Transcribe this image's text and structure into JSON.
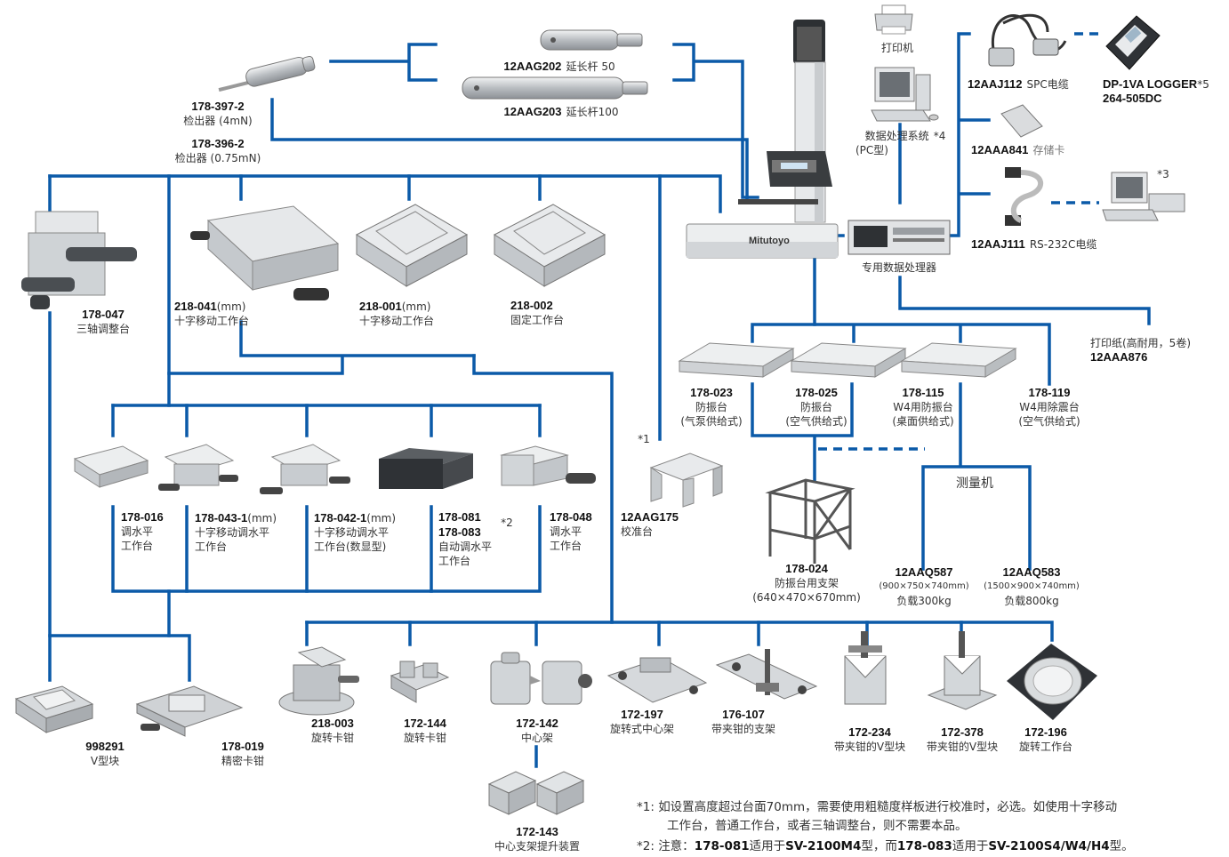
{
  "colors": {
    "line": "#0b5aa8",
    "metal": "#cfd3d6",
    "dark": "#3a3d40",
    "highlight": "#ffffff"
  },
  "probes": {
    "p1_code": "178-397-2",
    "p1_desc": "检出器 (4mN)",
    "p2_code": "178-396-2",
    "p2_desc": "检出器 (0.75mN)"
  },
  "extensions": {
    "e1_code": "12AAG202",
    "e1_desc": "延长杆 50",
    "e2_code": "12AAG203",
    "e2_desc": "延长杆100"
  },
  "peripherals": {
    "printer": "打印机",
    "pc_line1": "数据处理系统",
    "pc_mark": "*4",
    "pc_line2": "(PC型)",
    "spc_code": "12AAJ112",
    "spc_desc": "SPC电缆",
    "logger_code": "DP-1VA LOGGER",
    "logger_mark": "*5",
    "logger_code2": "264-505DC",
    "card_code": "12AAA841",
    "card_desc": "存储卡",
    "rs_mark": "*3",
    "rs_code": "12AAJ111",
    "rs_desc": "RS-232C电缆",
    "processor": "专用数据处理器",
    "paper_desc": "打印纸(高耐用，5卷)",
    "paper_code": "12AAA876",
    "brand": "Mitutoyo"
  },
  "tables_top": {
    "t1_code": "218-041",
    "t1_unit": "(mm)",
    "t1_desc": "十字移动工作台",
    "t2_code": "218-001",
    "t2_unit": "(mm)",
    "t2_desc": "十字移动工作台",
    "t3_code": "218-002",
    "t3_desc": "固定工作台"
  },
  "three_axis": {
    "code": "178-047",
    "desc": "三轴调整台"
  },
  "leveling": {
    "l1_code": "178-016",
    "l1_d1": "调水平",
    "l1_d2": "工作台",
    "l2_code": "178-043-1",
    "l2_unit": "(mm)",
    "l2_d1": "十字移动调水平",
    "l2_d2": "工作台",
    "l3_code": "178-042-1",
    "l3_unit": "(mm)",
    "l3_d1": "十字移动调水平",
    "l3_d2": "工作台(数显型)",
    "l4_code1": "178-081",
    "l4_code2": "178-083",
    "l4_mark": "*2",
    "l4_d1": "自动调水平",
    "l4_d2": "工作台",
    "l5_code": "178-048",
    "l5_d1": "调水平",
    "l5_d2": "工作台"
  },
  "calib": {
    "mark": "*1",
    "code": "12AAG175",
    "desc": "校准台"
  },
  "bottom_left": {
    "v_code": "998291",
    "v_desc": "V型块",
    "vise_code": "178-019",
    "vise_desc": "精密卡钳"
  },
  "vibration": {
    "v1_code": "178-023",
    "v1_d1": "防振台",
    "v1_d2": "(气泵供给式)",
    "v2_code": "178-025",
    "v2_d1": "防振台",
    "v2_d2": "(空气供给式)",
    "v3_code": "178-115",
    "v3_d1": "W4用防振台",
    "v3_d2": "(桌面供给式)",
    "v4_code": "178-119",
    "v4_d1": "W4用除震台",
    "v4_d2": "(空气供给式)",
    "stand_code": "178-024",
    "stand_d1": "防振台用支架",
    "stand_d2": "(640×470×670mm)",
    "machine_label": "测量机",
    "m1_code": "12AAQ587",
    "m1_size": "(900×750×740mm)",
    "m1_load": "负载300kg",
    "m2_code": "12AAQ583",
    "m2_size": "(1500×900×740mm)",
    "m2_load": "负载800kg"
  },
  "fixtures": {
    "f1_code": "218-003",
    "f1_desc": "旋转卡钳",
    "f2_code": "172-144",
    "f2_desc": "旋转卡钳",
    "f3_code": "172-142",
    "f3_desc": "中心架",
    "f4_code": "172-197",
    "f4_desc": "旋转式中心架",
    "f5_code": "176-107",
    "f5_desc": "带夹钳的支架",
    "f6_code": "172-234",
    "f6_desc": "带夹钳的V型块",
    "f7_code": "172-378",
    "f7_desc": "带夹钳的V型块",
    "f8_code": "172-196",
    "f8_desc": "旋转工作台",
    "lift_code": "172-143",
    "lift_desc": "中心支架提升装置"
  },
  "notes": {
    "n1_mark": "*1:",
    "n1_l1": "如设置高度超过台面70mm，需要使用粗糙度样板进行校准时，必选。如使用十字移动",
    "n1_l2": "工作台，普通工作台，或者三轴调整台，则不需要本品。",
    "n2_mark": "*2:",
    "n2_t1": "注意：",
    "n2_c1": "178-081",
    "n2_t2": "适用于",
    "n2_c2": "SV-2100M4",
    "n2_t3": "型，而",
    "n2_c3": "178-083",
    "n2_t4": "适用于",
    "n2_c4": "SV-2100S4/W4/H4",
    "n2_t5": "型。"
  }
}
